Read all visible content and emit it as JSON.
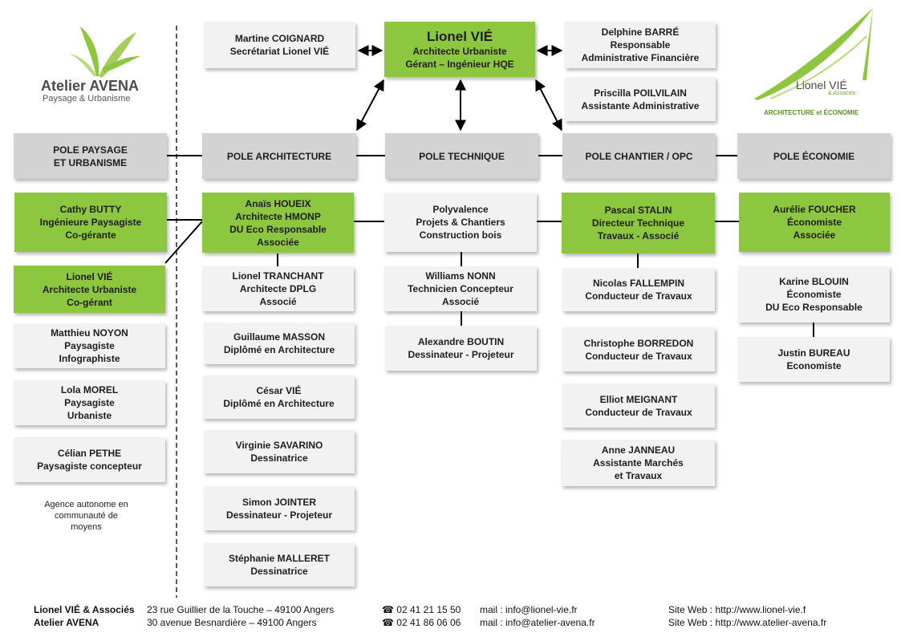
{
  "logos": {
    "avena": {
      "name": "Atelier AVENA",
      "subtitle": "Paysage & Urbanisme"
    },
    "vie": {
      "name": "Lionel VIÉ",
      "assoc": "& Associés",
      "tagline": "ARCHITECTURE et ÉCONOMIE"
    }
  },
  "colors": {
    "green": "#8dc63f",
    "pole_gray": "#d3d3d3",
    "person_gray": "#f2f2f2",
    "logo_green": "#6aa82f"
  },
  "top": {
    "coignard": [
      "Martine COIGNARD",
      "Secrétariat Lionel VIÉ"
    ],
    "head": [
      "Lionel VIÉ",
      "Architecte Urbaniste",
      "Gérant – Ingénieur HQE"
    ],
    "barre": [
      "Delphine BARRÉ",
      "Responsable",
      "Administrative Financière"
    ],
    "poilvilain": [
      "Priscilla POILVILAIN",
      "Assistante Administrative"
    ]
  },
  "poles": {
    "paysage": [
      "POLE PAYSAGE",
      "ET URBANISME"
    ],
    "architecture": [
      "POLE ARCHITECTURE"
    ],
    "technique": [
      "POLE TECHNIQUE"
    ],
    "chantier": [
      "POLE CHANTIER / OPC"
    ],
    "economie": [
      "POLE ÉCONOMIE"
    ]
  },
  "paysage_col": {
    "butty": [
      "Cathy BUTTY",
      "Ingénieure Paysagiste",
      "Co-gérante"
    ],
    "vie": [
      "Lionel VIÉ",
      "Architecte Urbaniste",
      "Co-gérant"
    ],
    "noyon": [
      "Matthieu NOYON",
      "Paysagiste",
      "Infographiste"
    ],
    "morel": [
      "Lola MOREL",
      "Paysagiste",
      "Urbaniste"
    ],
    "pethe": [
      "Célian PETHE",
      "Paysagiste concepteur"
    ],
    "note": [
      "Agence autonome en",
      "communauté de",
      "moyens"
    ]
  },
  "archi_col": {
    "houeix": [
      "Anaïs HOUEIX",
      "Architecte HMONP",
      "DU Eco Responsable",
      "Associée"
    ],
    "tranchant": [
      "Lionel TRANCHANT",
      "Architecte DPLG",
      "Associé"
    ],
    "masson": [
      "Guillaume MASSON",
      "Diplômé en Architecture"
    ],
    "cesar": [
      "César VIÉ",
      "Diplômé en Architecture"
    ],
    "savarino": [
      "Virginie SAVARINO",
      "Dessinatrice"
    ],
    "jointer": [
      "Simon JOINTER",
      "Dessinateur - Projeteur"
    ],
    "malleret": [
      "Stéphanie MALLERET",
      "Dessinatrice"
    ]
  },
  "tech_col": {
    "poly": [
      "Polyvalence",
      "Projets & Chantiers",
      "Construction bois"
    ],
    "nonn": [
      "Williams NONN",
      "Technicien Concepteur",
      "Associé"
    ],
    "boutin": [
      "Alexandre BOUTIN",
      "Dessinateur - Projeteur"
    ]
  },
  "chantier_col": {
    "stalin": [
      "Pascal STALIN",
      "Directeur Technique",
      "Travaux -  Associé"
    ],
    "fallempin": [
      "Nicolas FALLEMPIN",
      "Conducteur de Travaux"
    ],
    "borredon": [
      "Christophe BORREDON",
      "Conducteur de Travaux"
    ],
    "meignant": [
      "Elliot MEIGNANT",
      "Conducteur de Travaux"
    ],
    "janneau": [
      "Anne JANNEAU",
      "Assistante Marchés",
      "et Travaux"
    ]
  },
  "eco_col": {
    "foucher": [
      "Aurélie FOUCHER",
      "Économiste",
      "Associée"
    ],
    "blouin": [
      "Karine BLOUIN",
      "Économiste",
      "DU Eco Responsable"
    ],
    "bureau": [
      "Justin BUREAU",
      "Economiste"
    ]
  },
  "footer": [
    {
      "name": "Lionel VIÉ & Associés",
      "addr": "23 rue Guillier de la Touche – 49100 Angers",
      "tel": "☎ 02 41 21 15 50",
      "mail": "mail : info@lionel-vie.fr",
      "web": "Site Web : http://www.lionel-vie.f"
    },
    {
      "name": "Atelier AVENA",
      "addr": "30 avenue Besnardière – 49100 Angers",
      "tel": "☎ 02 41 86 06 06",
      "mail": "mail : info@atelier-avena.fr",
      "web": "Site Web : http://www.atelier-avena.fr"
    }
  ]
}
